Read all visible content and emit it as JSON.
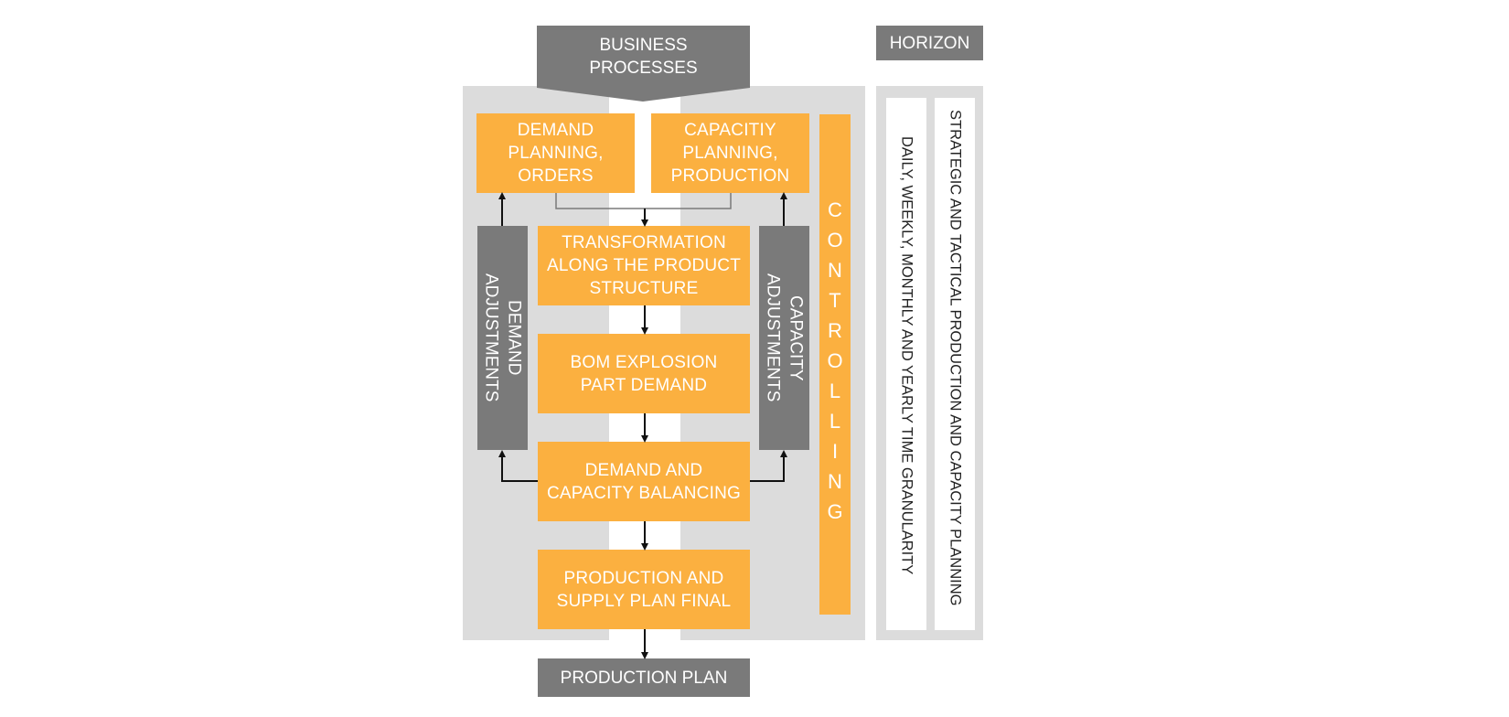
{
  "business_processes": "BUSINESS\nPROCESSES",
  "horizon": "HORIZON",
  "boxes": {
    "demand_planning": "DEMAND\nPLANNING,\nORDERS",
    "capacity_planning": "CAPACITIY\nPLANNING,\nPRODUCTION",
    "transformation": "TRANSFORMATION\nALONG THE PRODUCT\nSTRUCTURE",
    "bom_explosion": "BOM EXPLOSION\nPART DEMAND",
    "balancing": "DEMAND AND\nCAPACITY BALANCING",
    "final_plan": "PRODUCTION AND\nSUPPLY PLAN FINAL"
  },
  "demand_adjustments": "DEMAND\nADJUSTMENTS",
  "capacity_adjustments": "CAPACITY\nADJUSTMENTS",
  "controlling": "CONTROLLING",
  "production_plan": "PRODUCTION PLAN",
  "horizon_columns": {
    "granularity": "DAILY, WEEKLY, MONTHLY AND YEARLY TIME GRANULARITY",
    "strategic": "STRATEGIC AND TACTICAL PRODUCTION AND CAPACITY PLANNING"
  },
  "colors": {
    "orange": "#fbb040",
    "gray": "#7a7a7a",
    "panel": "#dcdcdc"
  }
}
